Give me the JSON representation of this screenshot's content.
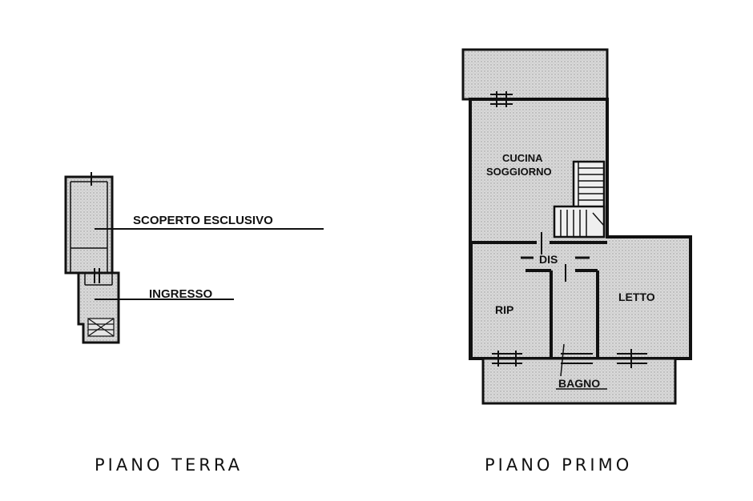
{
  "piano_terra": {
    "caption": "PIANO TERRA",
    "labels": {
      "scoperto": "SCOPERTO ESCLUSIVO",
      "ingresso": "INGRESSO"
    }
  },
  "piano_primo": {
    "caption": "PIANO PRIMO",
    "labels": {
      "cucina": "CUCINA",
      "soggiorno": "SOGGIORNO",
      "dis": "DIS",
      "rip": "RIP",
      "letto": "LETTO",
      "bagno": "BAGNO"
    }
  },
  "colors": {
    "wall": "#111111",
    "floor_fill": "#d6d6d6",
    "outdoor_fill": "#c8c8c8",
    "background": "#ffffff"
  }
}
